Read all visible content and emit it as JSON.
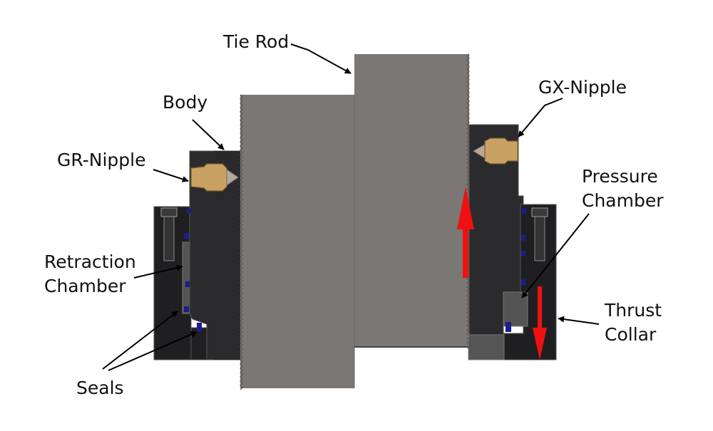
{
  "labels": {
    "tie_rod": "Tie Rod",
    "body": "Body",
    "gr_nipple": "GR-Nipple",
    "gx_nipple": "GX-Nipple",
    "retraction_chamber_line1": "Retraction",
    "retraction_chamber_line2": "Chamber",
    "pressure_chamber_line1": "Pressure",
    "pressure_chamber_line2": "Chamber",
    "thrust_collar_line1": "Thrust",
    "thrust_collar_line2": "Collar",
    "seals": "Seals"
  },
  "colors": {
    "tie_rod": "#7b7775",
    "body": "#2b2b2d",
    "collar": "#1f1f21",
    "piston": "#545454",
    "nipple": "#c9a263",
    "seal": "#1c1c8f",
    "arrow": "#ee1111",
    "leader": "#000000"
  }
}
